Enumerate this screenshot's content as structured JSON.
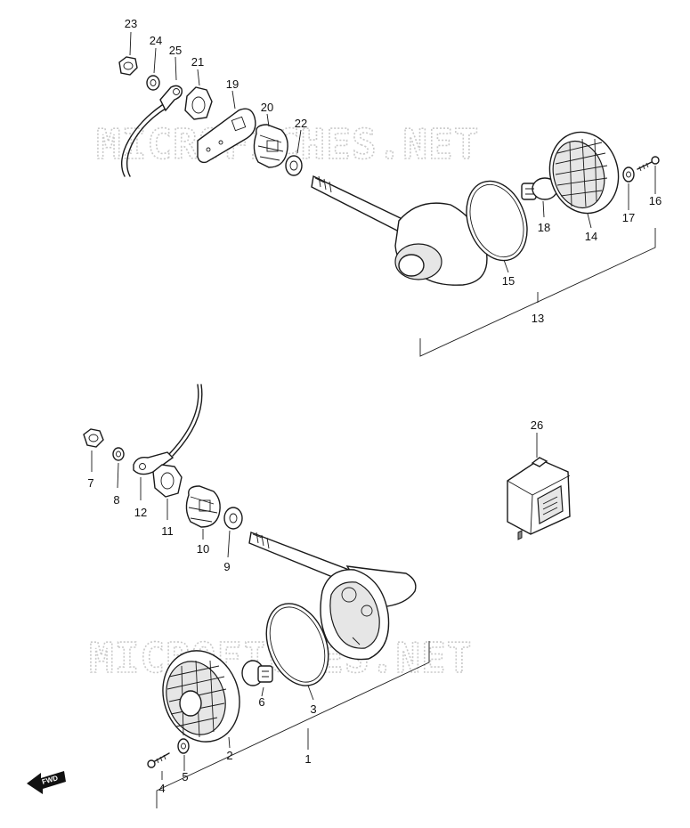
{
  "watermark": {
    "text": "MICROFICHES.NET"
  },
  "direction": {
    "label": "FWD"
  },
  "callouts": {
    "p1": "1",
    "p2": "2",
    "p3": "3",
    "p4": "4",
    "p5": "5",
    "p6": "6",
    "p7": "7",
    "p8": "8",
    "p9": "9",
    "p10": "10",
    "p11": "11",
    "p12": "12",
    "p13": "13",
    "p14": "14",
    "p15": "15",
    "p16": "16",
    "p17": "17",
    "p18": "18",
    "p19": "19",
    "p20": "20",
    "p21": "21",
    "p22": "22",
    "p23": "23",
    "p24": "24",
    "p25": "25",
    "p26": "26"
  }
}
